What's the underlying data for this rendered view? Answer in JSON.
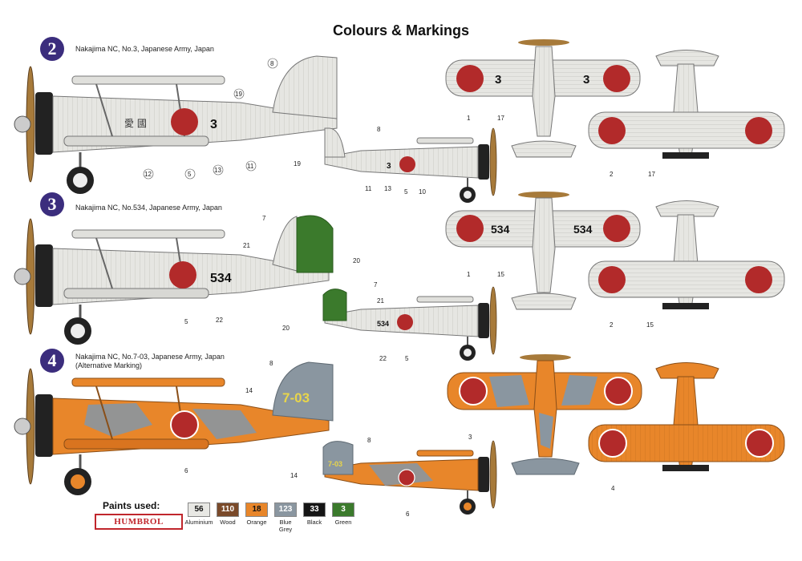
{
  "title": "Colours & Markings",
  "schemes": [
    {
      "number": "2",
      "caption": "Nakajima NC, No.3, Japanese Army, Japan",
      "code": "3",
      "kanji": "愛 國",
      "callouts_large": [
        "8",
        "19",
        "12",
        "5",
        "13",
        "11"
      ],
      "callouts_small": [
        "8",
        "19",
        "11",
        "13",
        "5",
        "10"
      ],
      "callouts_top": [
        "1",
        "17"
      ],
      "callouts_bottom": [
        "2",
        "17"
      ]
    },
    {
      "number": "3",
      "caption": "Nakajima NC, No.534, Japanese Army, Japan",
      "code": "534",
      "callouts_large": [
        "7",
        "21",
        "20",
        "5",
        "22"
      ],
      "callouts_small": [
        "7",
        "21",
        "20",
        "22",
        "5"
      ],
      "callouts_top": [
        "1",
        "15"
      ],
      "callouts_bottom": [
        "2",
        "15"
      ]
    },
    {
      "number": "4",
      "caption_line1": "Nakajima NC, No.7-03, Japanese Army, Japan",
      "caption_line2": "(Alternative Marking)",
      "code": "7-03",
      "callouts_large": [
        "8",
        "14",
        "6"
      ],
      "callouts_small": [
        "8",
        "14",
        "6"
      ],
      "callouts_top": [
        "3"
      ],
      "callouts_bottom": [
        "4"
      ]
    }
  ],
  "paints": {
    "label": "Paints used:",
    "brand": "HUMBROL",
    "items": [
      {
        "code": "56",
        "name": "Aluminium",
        "color": "#e8e8e4",
        "text_color": "#111111"
      },
      {
        "code": "110",
        "name": "Wood",
        "color": "#7a4a2a",
        "text_color": "#ffffff"
      },
      {
        "code": "18",
        "name": "Orange",
        "color": "#e8862a",
        "text_color": "#111111"
      },
      {
        "code": "123",
        "name": "Blue Grey",
        "color": "#8a96a0",
        "text_color": "#ffffff"
      },
      {
        "code": "33",
        "name": "Black",
        "color": "#151515",
        "text_color": "#ffffff"
      },
      {
        "code": "3",
        "name": "Green",
        "color": "#3b7a2c",
        "text_color": "#ffffff"
      }
    ]
  }
}
